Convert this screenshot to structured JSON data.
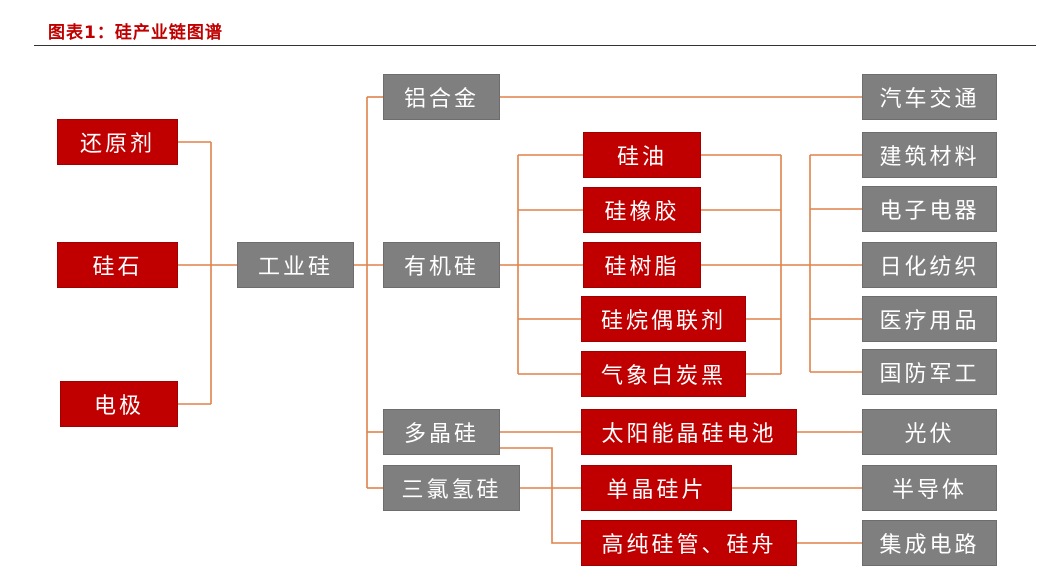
{
  "title": "图表1：硅产业链图谱",
  "colors": {
    "accent": "#c00000",
    "node_red": "#c00000",
    "node_gray": "#7f7f7f",
    "connector": "#e0824a"
  },
  "raw_materials": [
    "还原剂",
    "硅石",
    "电极"
  ],
  "industrial_silicon": "工业硅",
  "intermediates": [
    "铝合金",
    "有机硅",
    "多晶硅",
    "三氯氢硅"
  ],
  "organic_products": [
    "硅油",
    "硅橡胶",
    "硅树脂",
    "硅烷偶联剂",
    "气象白炭黑"
  ],
  "poly_products": [
    "太阳能晶硅电池",
    "单晶硅片",
    "高纯硅管、硅舟"
  ],
  "applications": [
    "汽车交通",
    "建筑材料",
    "电子电器",
    "日化纺织",
    "医疗用品",
    "国防军工",
    "光伏",
    "半导体",
    "集成电路"
  ]
}
